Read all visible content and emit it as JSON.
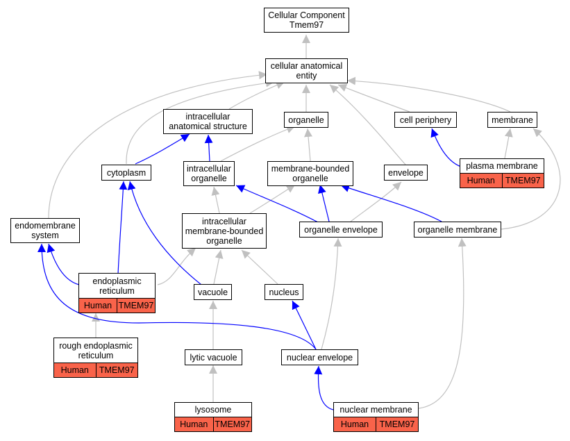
{
  "colors": {
    "gray_edge": "#c0c0c0",
    "blue_edge": "#0000ff",
    "annotation_fill": "#f9634a"
  },
  "nodes": {
    "root": "Cellular Component\nTmem97",
    "cae": "cellular anatomical\nentity",
    "ias": "intracellular\nanatomical structure",
    "organelle": "organelle",
    "cellperiph": "cell periphery",
    "membrane": "membrane",
    "cytoplasm": "cytoplasm",
    "intraorg": "intracellular\norganelle",
    "mbo": "membrane-bounded\norganelle",
    "envelope": "envelope",
    "plasma": "plasma membrane",
    "endomem": "endomembrane\nsystem",
    "imbo": "intracellular\nmembrane-bounded\norganelle",
    "orgenv": "organelle envelope",
    "orgmem": "organelle membrane",
    "er": "endoplasmic\nreticulum",
    "vacuole": "vacuole",
    "nucleus": "nucleus",
    "rer": "rough endoplasmic\nreticulum",
    "lytic": "lytic vacuole",
    "nucenv": "nuclear envelope",
    "lysosome": "lysosome",
    "nucmem": "nuclear membrane"
  },
  "annotation": {
    "species": "Human",
    "gene": "TMEM97"
  }
}
